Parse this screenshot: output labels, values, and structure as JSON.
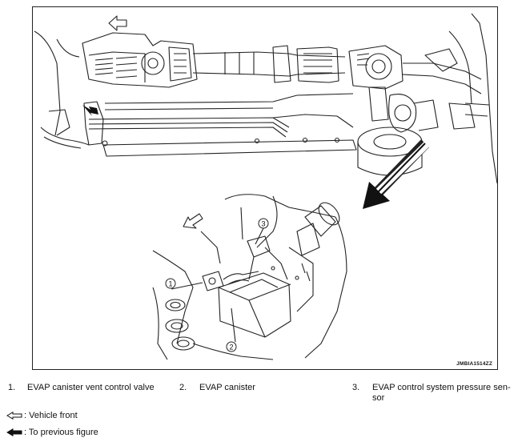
{
  "figure": {
    "code": "JMBIA1514ZZ",
    "callouts": [
      "1",
      "2",
      "3"
    ]
  },
  "legend": {
    "items": [
      {
        "number": "1.",
        "label": "EVAP canister vent control valve"
      },
      {
        "number": "2.",
        "label": "EVAP canister"
      },
      {
        "number": "3.",
        "label": "EVAP control system pressure sen-",
        "label_cont": "sor"
      }
    ],
    "symbols": [
      {
        "icon": "outline-arrow-icon",
        "label": ": Vehicle front"
      },
      {
        "icon": "solid-arrow-icon",
        "label": ": To previous figure"
      }
    ]
  }
}
